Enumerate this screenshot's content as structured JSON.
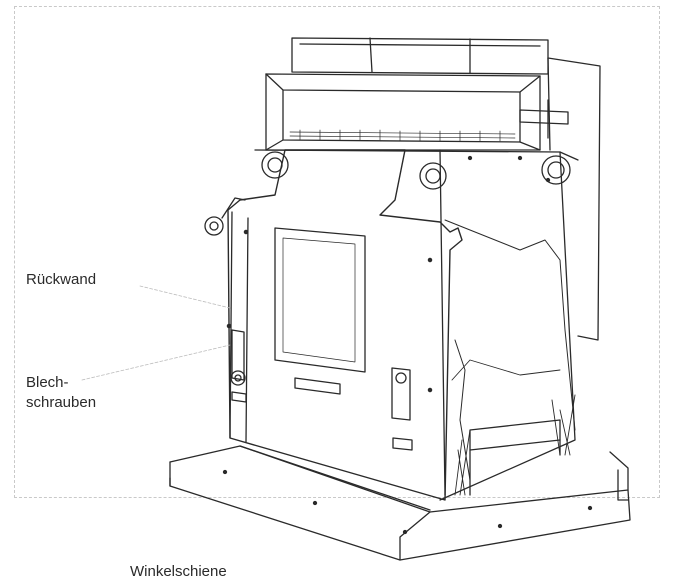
{
  "labels": {
    "rueckwand": "Rückwand",
    "blech_line1": "Blech-",
    "blech_line2": "schrauben",
    "winkelschiene": "Winkelschiene"
  },
  "colors": {
    "ink": "#2a2a2a",
    "leader": "#bdbdbd",
    "paper": "#ffffff"
  }
}
